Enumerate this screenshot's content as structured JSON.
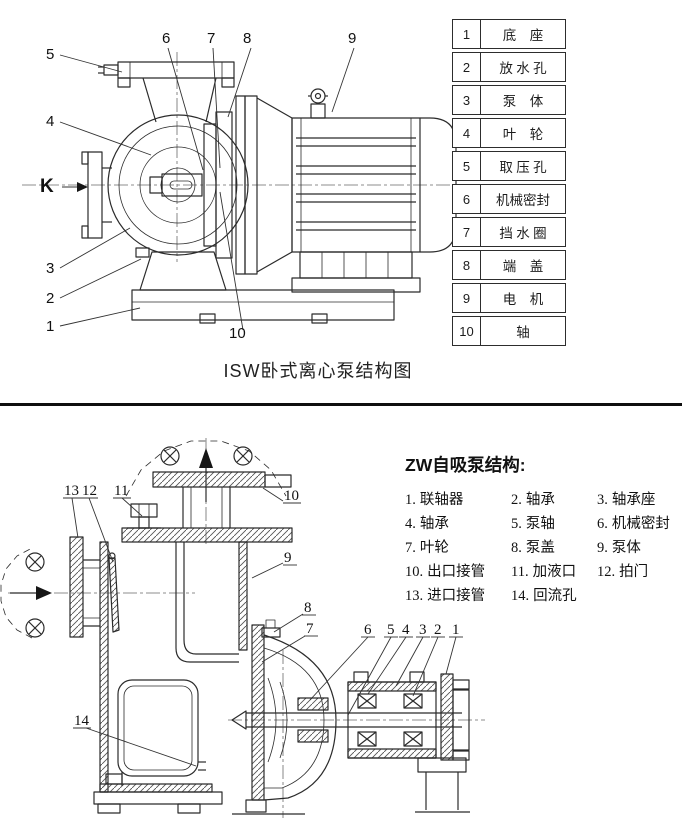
{
  "isw": {
    "title": "ISW卧式离心泵结构图",
    "k_label": "K",
    "callouts": {
      "n1": "1",
      "n2": "2",
      "n3": "3",
      "n4": "4",
      "n5": "5",
      "n6": "6",
      "n7": "7",
      "n8": "8",
      "n9": "9",
      "n10": "10"
    },
    "table": {
      "rows": [
        {
          "num": "1",
          "name": "底　座"
        },
        {
          "num": "2",
          "name": "放 水 孔"
        },
        {
          "num": "3",
          "name": "泵　体"
        },
        {
          "num": "4",
          "name": "叶　轮"
        },
        {
          "num": "5",
          "name": "取 压 孔"
        },
        {
          "num": "6",
          "name": "机械密封"
        },
        {
          "num": "7",
          "name": "挡 水 圈"
        },
        {
          "num": "8",
          "name": "端　盖"
        },
        {
          "num": "9",
          "name": "电　机"
        },
        {
          "num": "10",
          "name": "轴"
        }
      ]
    }
  },
  "zw": {
    "legend_title": "ZW自吸泵结构:",
    "legend_items": [
      {
        "num": "1.",
        "name": "联轴器"
      },
      {
        "num": "2.",
        "name": "轴承"
      },
      {
        "num": "3.",
        "name": "轴承座"
      },
      {
        "num": "4.",
        "name": "轴承"
      },
      {
        "num": "5.",
        "name": "泵轴"
      },
      {
        "num": "6.",
        "name": "机械密封"
      },
      {
        "num": "7.",
        "name": "叶轮"
      },
      {
        "num": "8.",
        "name": "泵盖"
      },
      {
        "num": "9.",
        "name": "泵体"
      },
      {
        "num": "10.",
        "name": "出口接管"
      },
      {
        "num": "11.",
        "name": "加液口"
      },
      {
        "num": "12.",
        "name": "拍门"
      },
      {
        "num": "13.",
        "name": "进口接管"
      },
      {
        "num": "14.",
        "name": "回流孔"
      }
    ],
    "callouts": {
      "n1": "1",
      "n2": "2",
      "n3": "3",
      "n4": "4",
      "n5": "5",
      "n6": "6",
      "n7": "7",
      "n8": "8",
      "n9": "9",
      "n10": "10",
      "n11": "11",
      "n12": "12",
      "n13": "13",
      "n14": "14"
    }
  }
}
